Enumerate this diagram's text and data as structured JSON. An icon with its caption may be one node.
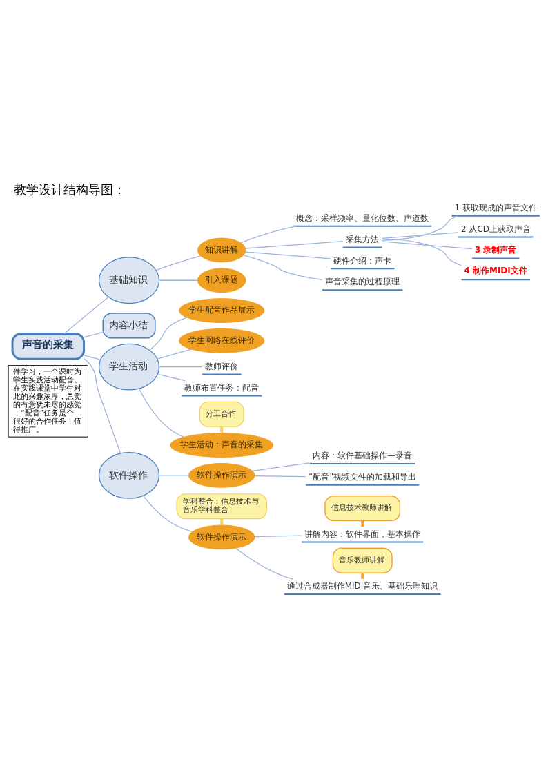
{
  "diagram": {
    "title": "教学设计结构导图：",
    "nodes": [
      {
        "text": [
          "件学习，一个课时为学生实践活动配音。在实践课堂中学生对此的兴趣浓厚，总觉的有意犹未尽的感觉，“配音”任务是个很好的合作任务，值得推广。"
        ]
      },
      {
        "text": [
          "声音的采集"
        ]
      },
      {
        "text": [
          "基础知识"
        ]
      },
      {
        "text": [
          "引入课题"
        ]
      },
      {
        "text": [
          "知识讲解"
        ]
      },
      {
        "text": [
          "硬件介绍：声卡"
        ]
      },
      {
        "text": [
          "声音采集的过程原理"
        ]
      },
      {
        "text": [
          "概念：采样频率、量化位数、声道数"
        ]
      },
      {
        "text": [
          "采集方法"
        ]
      },
      {
        "text": [
          "1 获取现成的声音文件"
        ]
      },
      {
        "text": [
          "2 从CD上获取声音"
        ]
      },
      {
        "text": [
          "3 录制声音"
        ]
      },
      {
        "text": [
          "4 制作MIDI文件"
        ]
      },
      {
        "text": [
          "内容小结"
        ]
      },
      {
        "text": [
          "教师布置任务：配音"
        ]
      },
      {
        "text": [
          "分工合作"
        ]
      },
      {
        "text": [
          "学生活动：声音的采集"
        ]
      },
      {
        "text": [
          "学生配音作品展示"
        ]
      },
      {
        "text": [
          "学生网络在线评价"
        ]
      },
      {
        "text": [
          "教师评价"
        ]
      },
      {
        "text": [
          "学生活动"
        ]
      },
      {
        "text": [
          "软件操作"
        ]
      },
      {
        "text": [
          "学科整合：信息技术与音乐学科整合"
        ]
      },
      {
        "text": [
          "软件操作演示"
        ]
      },
      {
        "text": [
          "信息技术教师讲解"
        ]
      },
      {
        "text": [
          "讲解内容：软件界面，基本操作"
        ]
      },
      {
        "text": [
          "通过合成器制作MIDI音乐、基础乐理知识"
        ]
      },
      {
        "text": [
          "音乐教师讲解"
        ]
      },
      {
        "text": [
          "软件操作演示"
        ]
      },
      {
        "text": [
          "内容：软件基础操作—录音"
        ]
      },
      {
        "text": [
          "“配音”视频文件的加载和导出"
        ]
      }
    ],
    "edges": [
      {
        "from": 1,
        "to": 2,
        "arrow": "none"
      },
      {
        "from": 2,
        "to": 3,
        "arrow": "none"
      },
      {
        "from": 2,
        "to": 4,
        "arrow": "none"
      },
      {
        "from": 4,
        "to": 5,
        "arrow": "none"
      },
      {
        "from": 4,
        "to": 6,
        "arrow": "none"
      },
      {
        "from": 4,
        "to": 7,
        "arrow": "none"
      },
      {
        "from": 4,
        "to": 8,
        "arrow": "none"
      },
      {
        "from": 8,
        "to": 9,
        "arrow": "none"
      },
      {
        "from": 8,
        "to": 10,
        "arrow": "none"
      },
      {
        "from": 8,
        "to": 11,
        "arrow": "none"
      },
      {
        "from": 8,
        "to": 12,
        "arrow": "none"
      },
      {
        "from": 1,
        "to": 13,
        "arrow": "none"
      },
      {
        "from": 1,
        "to": 20,
        "arrow": "none"
      },
      {
        "from": 20,
        "to": 14,
        "arrow": "none"
      },
      {
        "from": 20,
        "to": 16,
        "arrow": "none"
      },
      {
        "from": 20,
        "to": 17,
        "arrow": "none"
      },
      {
        "from": 20,
        "to": 18,
        "arrow": "none"
      },
      {
        "from": 20,
        "to": 19,
        "arrow": "none"
      },
      {
        "from": 15,
        "to": 16,
        "arrow": "none",
        "style": "thick",
        "color": "#f2cf5b"
      },
      {
        "from": 1,
        "to": 21,
        "arrow": "none"
      },
      {
        "from": 21,
        "to": 23,
        "arrow": "none"
      },
      {
        "from": 21,
        "to": 28,
        "arrow": "none"
      },
      {
        "from": 23,
        "to": 25,
        "arrow": "none"
      },
      {
        "from": 23,
        "to": 26,
        "arrow": "none"
      },
      {
        "from": 28,
        "to": 29,
        "arrow": "none"
      },
      {
        "from": 28,
        "to": 30,
        "arrow": "none"
      },
      {
        "from": 22,
        "to": 23,
        "arrow": "none",
        "style": "thick",
        "color": "#f2cf5b"
      },
      {
        "from": 24,
        "to": 25,
        "arrow": "none",
        "style": "thick",
        "color": "#f0a23c"
      },
      {
        "from": 27,
        "to": 26,
        "arrow": "none",
        "style": "thick",
        "color": "#f0a23c"
      }
    ]
  }
}
